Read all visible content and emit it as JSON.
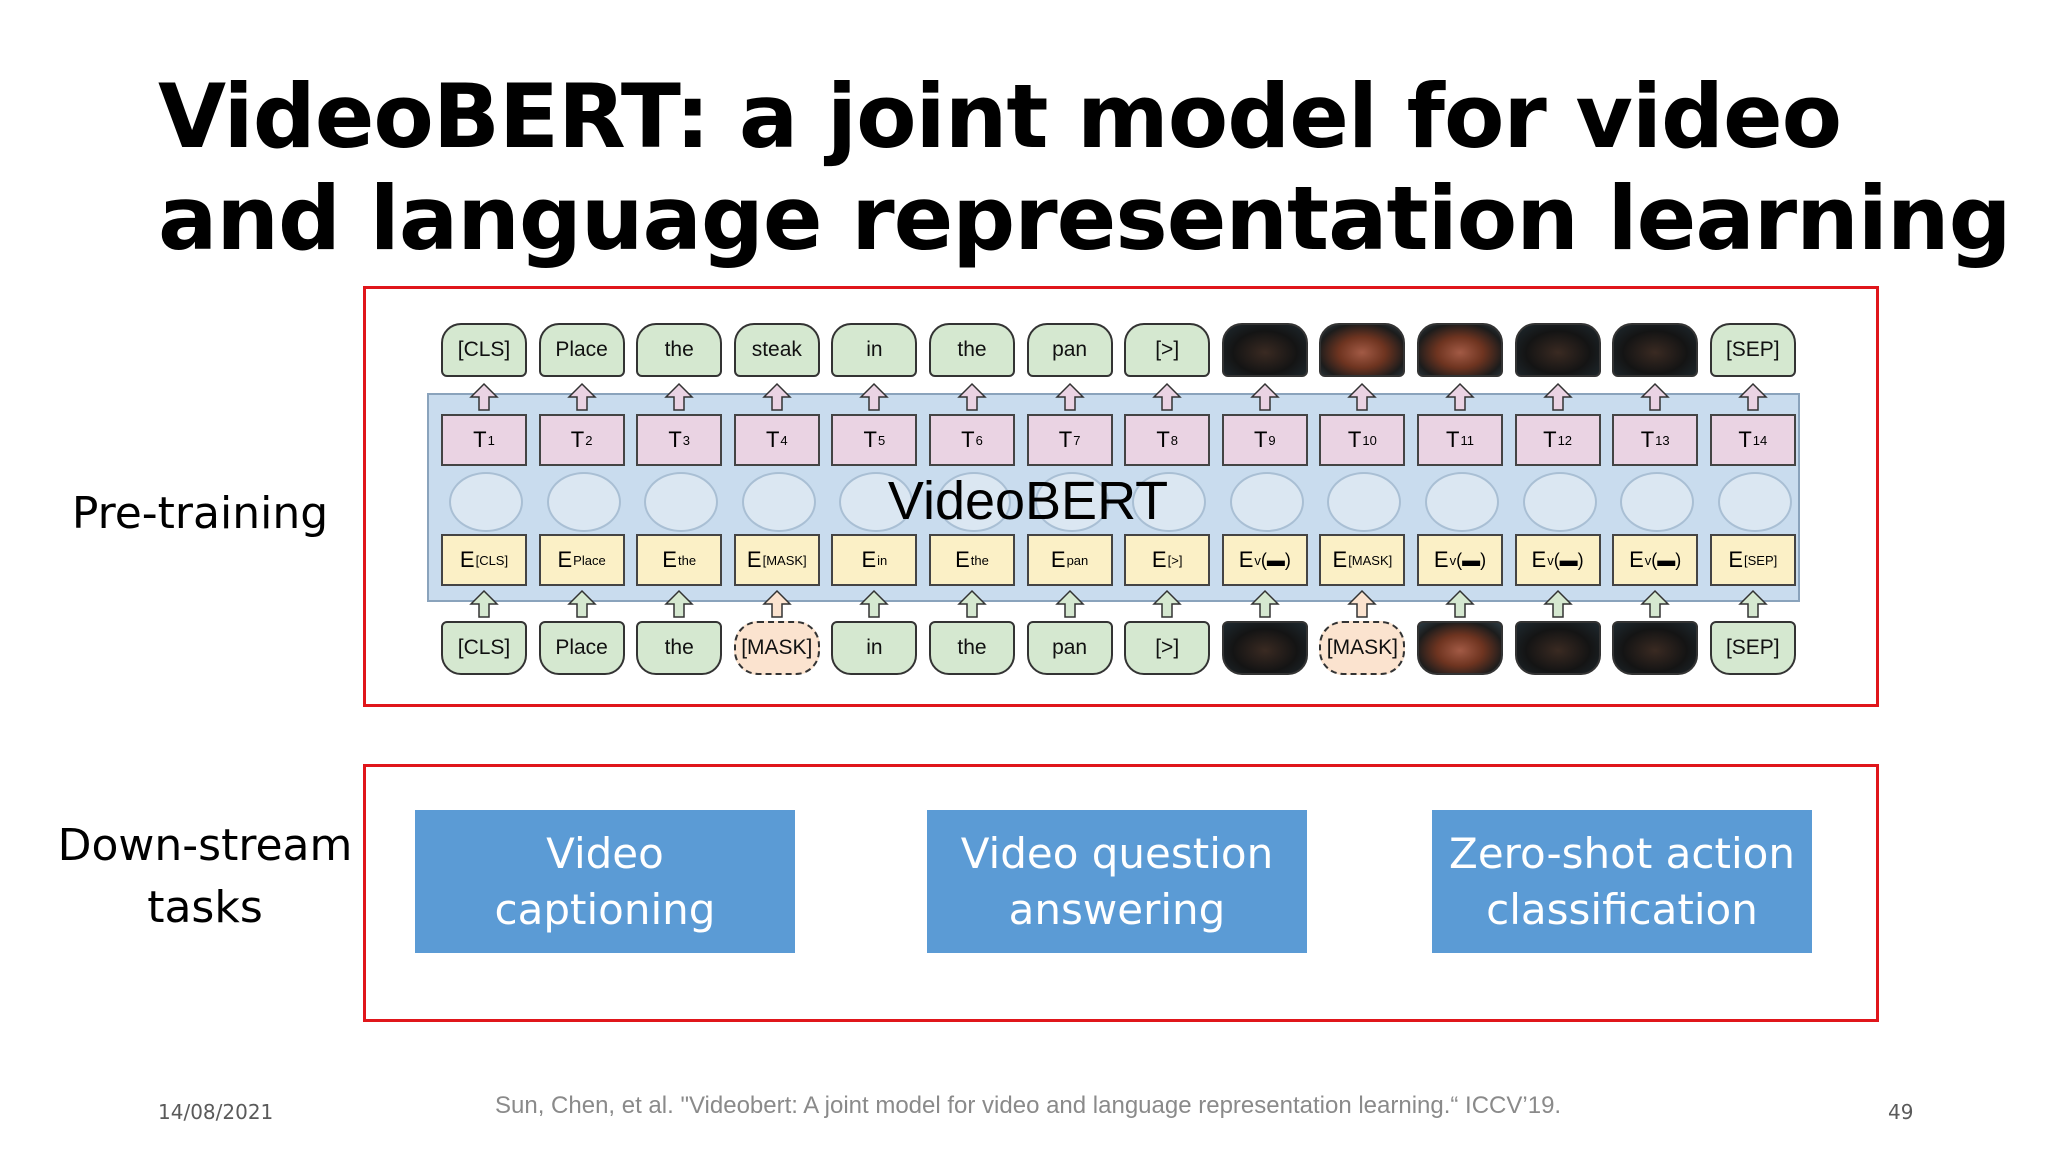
{
  "slide": {
    "title_line1": "VideoBERT: a joint model for video",
    "title_line2": "and language representation learning",
    "pretraining_label": "Pre-training",
    "downstream_label_line1": "Down-stream",
    "downstream_label_line2": "tasks",
    "date": "14/08/2021",
    "citation": "Sun, Chen, et al. \"Videobert: A joint model for video and language representation learning.“ ICCV’19.",
    "page_number": "49"
  },
  "diagram": {
    "model_label": "VideoBERT",
    "output_tokens": [
      {
        "text": "[CLS]",
        "kind": "text"
      },
      {
        "text": "Place",
        "kind": "text"
      },
      {
        "text": "the",
        "kind": "text"
      },
      {
        "text": "steak",
        "kind": "text"
      },
      {
        "text": "in",
        "kind": "text"
      },
      {
        "text": "the",
        "kind": "text"
      },
      {
        "text": "pan",
        "kind": "text"
      },
      {
        "text": "[>]",
        "kind": "text"
      },
      {
        "text": "",
        "kind": "image",
        "icon": "pan-frame-icon"
      },
      {
        "text": "",
        "kind": "image",
        "icon": "steak-in-pan-frame-icon"
      },
      {
        "text": "",
        "kind": "image",
        "icon": "steak-frame-icon"
      },
      {
        "text": "",
        "kind": "image",
        "icon": "grill-frame-icon"
      },
      {
        "text": "",
        "kind": "image",
        "icon": "potato-frame-icon"
      },
      {
        "text": "[SEP]",
        "kind": "text"
      }
    ],
    "t_labels": [
      {
        "base": "T",
        "sub": "1"
      },
      {
        "base": "T",
        "sub": "2"
      },
      {
        "base": "T",
        "sub": "3"
      },
      {
        "base": "T",
        "sub": "4"
      },
      {
        "base": "T",
        "sub": "5"
      },
      {
        "base": "T",
        "sub": "6"
      },
      {
        "base": "T",
        "sub": "7"
      },
      {
        "base": "T",
        "sub": "8"
      },
      {
        "base": "T",
        "sub": "9"
      },
      {
        "base": "T",
        "sub": "10"
      },
      {
        "base": "T",
        "sub": "11"
      },
      {
        "base": "T",
        "sub": "12"
      },
      {
        "base": "T",
        "sub": "13"
      },
      {
        "base": "T",
        "sub": "14"
      }
    ],
    "e_labels": [
      {
        "base": "E",
        "sub": "[CLS]"
      },
      {
        "base": "E",
        "sub": "Place"
      },
      {
        "base": "E",
        "sub": "the"
      },
      {
        "base": "E",
        "sub": "[MASK]"
      },
      {
        "base": "E",
        "sub": "in"
      },
      {
        "base": "E",
        "sub": "the"
      },
      {
        "base": "E",
        "sub": "pan"
      },
      {
        "base": "E",
        "sub": "[>]"
      },
      {
        "base": "E",
        "sub": "v",
        "suffix": "(▬)"
      },
      {
        "base": "E",
        "sub": "[MASK]"
      },
      {
        "base": "E",
        "sub": "v",
        "suffix": "(▬)"
      },
      {
        "base": "E",
        "sub": "v",
        "suffix": "(▬)"
      },
      {
        "base": "E",
        "sub": "v",
        "suffix": "(▬)"
      },
      {
        "base": "E",
        "sub": "[SEP]"
      }
    ],
    "input_tokens": [
      {
        "text": "[CLS]",
        "kind": "text"
      },
      {
        "text": "Place",
        "kind": "text"
      },
      {
        "text": "the",
        "kind": "text"
      },
      {
        "text": "[MASK]",
        "kind": "mask"
      },
      {
        "text": "in",
        "kind": "text"
      },
      {
        "text": "the",
        "kind": "text"
      },
      {
        "text": "pan",
        "kind": "text"
      },
      {
        "text": "[>]",
        "kind": "text"
      },
      {
        "text": "",
        "kind": "image",
        "icon": "pan-frame-icon"
      },
      {
        "text": "[MASK]",
        "kind": "mask"
      },
      {
        "text": "",
        "kind": "image",
        "icon": "steak-frame-icon"
      },
      {
        "text": "",
        "kind": "image",
        "icon": "grill-frame-icon"
      },
      {
        "text": "",
        "kind": "image",
        "icon": "potato-frame-icon"
      },
      {
        "text": "[SEP]",
        "kind": "text"
      }
    ]
  },
  "tasks": {
    "task1_line1": "Video",
    "task1_line2": "captioning",
    "task2_line1": "Video question",
    "task2_line2": "answering",
    "task3_line1": "Zero-shot action",
    "task3_line2": "classification"
  },
  "colors": {
    "highlight_border": "#e0161b",
    "task_fill": "#5b9bd5",
    "token_fill": "#d5e8d0",
    "mask_fill": "#fbe3cf",
    "t_fill": "#ead3e3",
    "e_fill": "#fbf0c6",
    "model_fill": "#c9dcee"
  }
}
